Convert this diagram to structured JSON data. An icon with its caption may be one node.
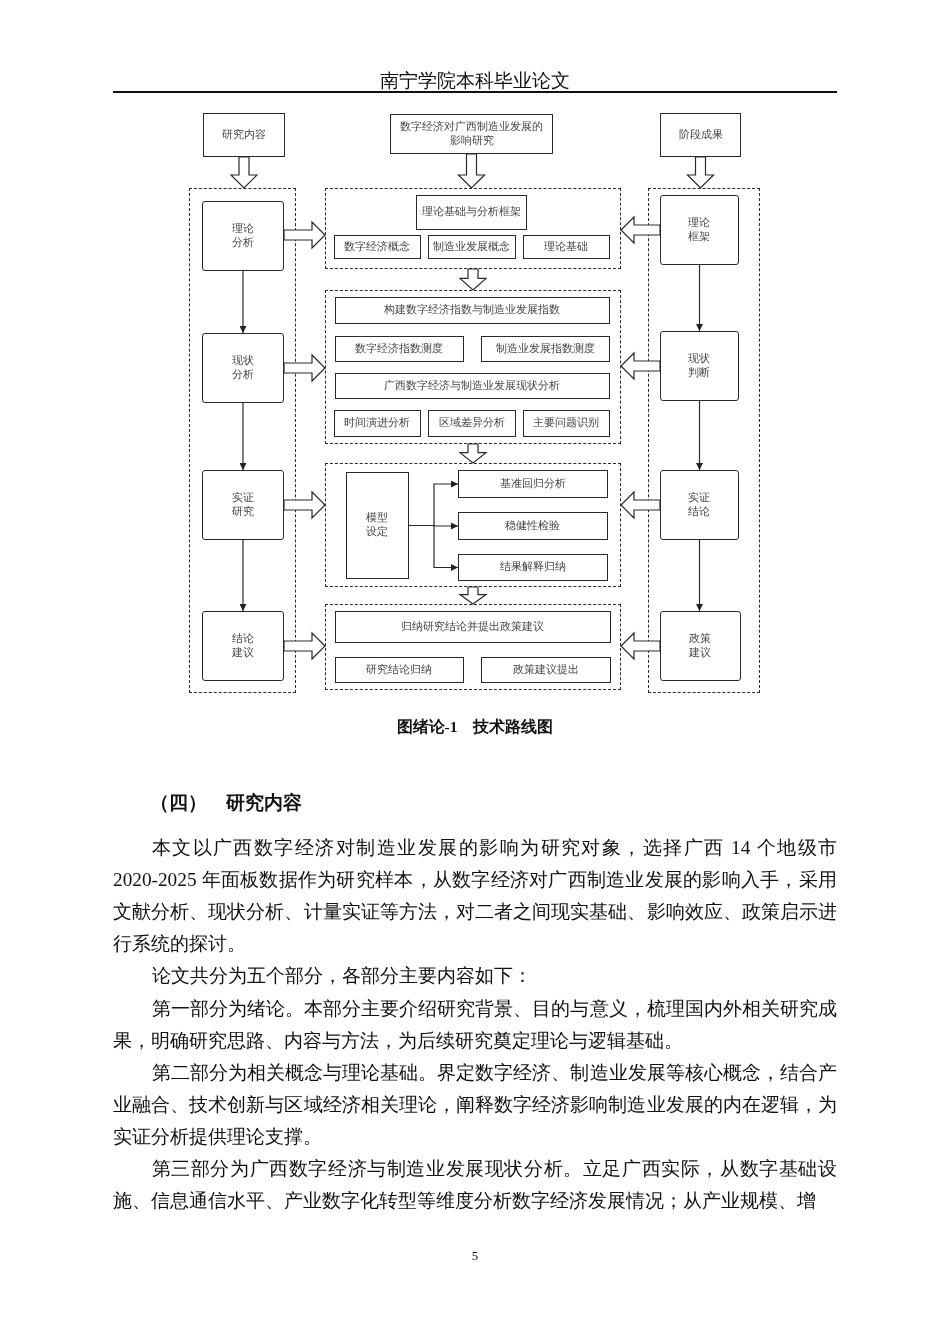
{
  "diagram": {
    "caption": "图绪论-1　技术路线图",
    "nodes": [
      {
        "text": [
          "研究内容"
        ]
      },
      {
        "text": [
          "数字经济对广西制造业发展的影响研究"
        ]
      },
      {
        "text": [
          "阶段成果"
        ]
      },
      {
        "text": [],
        "shape": "box"
      },
      {
        "text": [
          "理论分析"
        ],
        "in": 3
      },
      {
        "text": [
          "现状分析"
        ],
        "in": 3
      },
      {
        "text": [
          "实证研究"
        ],
        "in": 3
      },
      {
        "text": [
          "结论建议"
        ],
        "in": 3
      },
      {
        "text": [],
        "shape": "box"
      },
      {
        "text": [
          "理论基础与分析框架"
        ],
        "in": 8
      },
      {
        "text": [
          "数字经济概念"
        ],
        "in": 8
      },
      {
        "text": [
          "制造业发展概念"
        ],
        "in": 8
      },
      {
        "text": [
          "理论基础"
        ],
        "in": 8
      },
      {
        "text": [],
        "shape": "box"
      },
      {
        "text": [
          "构建数字经济指数与制造业发展指数"
        ],
        "in": 13
      },
      {
        "text": [
          "数字经济指数测度"
        ],
        "in": 13
      },
      {
        "text": [
          "制造业发展指数测度"
        ],
        "in": 13
      },
      {
        "text": [
          "广西数字经济与制造业发展现状分析"
        ],
        "in": 13
      },
      {
        "text": [
          "时间演进分析"
        ],
        "in": 13
      },
      {
        "text": [
          "区域差异分析"
        ],
        "in": 13
      },
      {
        "text": [
          "主要问题识别"
        ],
        "in": 13
      },
      {
        "text": [],
        "shape": "box"
      },
      {
        "text": [
          "模型设定"
        ],
        "in": 21
      },
      {
        "text": [
          "基准回归分析"
        ],
        "in": 21
      },
      {
        "text": [
          "稳健性检验"
        ],
        "in": 21
      },
      {
        "text": [
          "结果解释归纳"
        ],
        "in": 21
      },
      {
        "text": [],
        "shape": "box"
      },
      {
        "text": [
          "归纳研究结论并提出政策建议"
        ],
        "in": 26
      },
      {
        "text": [
          "研究结论归纳"
        ],
        "in": 26
      },
      {
        "text": [
          "政策建议提出"
        ],
        "in": 26
      },
      {
        "text": [],
        "shape": "box"
      },
      {
        "text": [
          "理论框架"
        ],
        "in": 30
      },
      {
        "text": [
          "现状判断"
        ],
        "in": 30
      },
      {
        "text": [
          "实证结论"
        ],
        "in": 30
      },
      {
        "text": [
          "政策建议"
        ],
        "in": 30
      }
    ],
    "edges": [
      {
        "from": 0,
        "to": 3,
        "arrow": "to",
        "style": "thick"
      },
      {
        "from": 1,
        "to": 8,
        "arrow": "to",
        "style": "thick"
      },
      {
        "from": 2,
        "to": 30,
        "arrow": "to",
        "style": "thick"
      },
      {
        "from": 4,
        "to": 5,
        "arrow": "to"
      },
      {
        "from": 5,
        "to": 6,
        "arrow": "to"
      },
      {
        "from": 6,
        "to": 7,
        "arrow": "to"
      },
      {
        "from": 31,
        "to": 32,
        "arrow": "to"
      },
      {
        "from": 32,
        "to": 33,
        "arrow": "to"
      },
      {
        "from": 33,
        "to": 34,
        "arrow": "to"
      },
      {
        "from": 4,
        "to": 8,
        "arrow": "to",
        "style": "thick"
      },
      {
        "from": 31,
        "to": 8,
        "arrow": "to",
        "style": "thick"
      },
      {
        "from": 8,
        "to": 13,
        "arrow": "to",
        "style": "thick"
      },
      {
        "from": 5,
        "to": 13,
        "arrow": "to",
        "style": "thick"
      },
      {
        "from": 32,
        "to": 13,
        "arrow": "to",
        "style": "thick"
      },
      {
        "from": 13,
        "to": 21,
        "arrow": "to",
        "style": "thick"
      },
      {
        "from": 6,
        "to": 21,
        "arrow": "to",
        "style": "thick"
      },
      {
        "from": 33,
        "to": 21,
        "arrow": "to",
        "style": "thick"
      },
      {
        "from": 22,
        "to": 23,
        "arrow": "to"
      },
      {
        "from": 22,
        "to": 24,
        "arrow": "to"
      },
      {
        "from": 22,
        "to": 25,
        "arrow": "to"
      },
      {
        "from": 21,
        "to": 26,
        "arrow": "to",
        "style": "thick"
      },
      {
        "from": 7,
        "to": 26,
        "arrow": "to",
        "style": "thick"
      },
      {
        "from": 34,
        "to": 26,
        "arrow": "to",
        "style": "thick"
      }
    ],
    "labels": [
      "南宁学院本科毕业论文",
      "（四）　研究内容",
      "本文以广西数字经济对制造业发展的影响为研究对象，选择广西 14 个地级市 2020-2025 年面板数据作为研究样本，从数字经济对广西制造业发展的影响入手，采用文献分析、现状分析、计量实证等方法，对二者之间现实基础、影响效应、政策启示进行系统的探讨。",
      "论文共分为五个部分，各部分主要内容如下：",
      "第一部分为绪论。本部分主要介绍研究背景、目的与意义，梳理国内外相关研究成果，明确研究思路、内容与方法，为后续研究奠定理论与逻辑基础。",
      "第二部分为相关概念与理论基础。界定数字经济、制造业发展等核心概念，结合产业融合、技术创新与区域经济相关理论，阐释数字经济影响制造业发展的内在逻辑，为实证分析提供理论支撑。",
      "第三部分为广西数字经济与制造业发展现状分析。立足广西实际，从数字基础设施、信息通信水平、产业数字化转型等维度分析数字经济发展情况；从产业规模、增",
      "5"
    ]
  }
}
